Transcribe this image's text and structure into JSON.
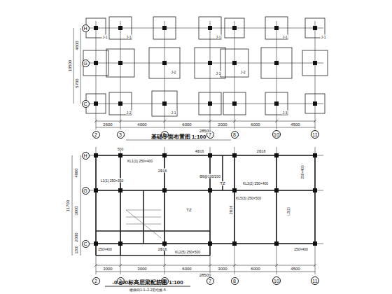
{
  "diagram": {
    "nodes": [
      {
        "text": [
          "H"
        ]
      },
      {
        "text": [
          "G"
        ]
      },
      {
        "text": [
          "C"
        ]
      },
      {
        "text": [
          "2"
        ]
      },
      {
        "text": [
          "3"
        ]
      },
      {
        "text": [
          "5"
        ]
      },
      {
        "text": [
          "7"
        ]
      },
      {
        "text": [
          "8"
        ]
      },
      {
        "text": [
          "10"
        ]
      },
      {
        "text": [
          "11"
        ]
      },
      {
        "text": [
          "H"
        ]
      },
      {
        "text": [
          "G"
        ]
      },
      {
        "text": [
          "C"
        ]
      },
      {
        "text": [
          "2"
        ]
      },
      {
        "text": [
          "3"
        ]
      },
      {
        "text": [
          "5"
        ]
      },
      {
        "text": [
          "7"
        ]
      },
      {
        "text": [
          "8"
        ]
      },
      {
        "text": [
          "10"
        ]
      },
      {
        "text": [
          "11"
        ]
      }
    ],
    "labels": [
      "基础平面布置图 1:100",
      "2600",
      "4000",
      "6000",
      "2000",
      "6000",
      "4500",
      "28500",
      "4800",
      "5700",
      "10500",
      "J-1",
      "J-1",
      "J-2",
      "J-1",
      "J-3",
      "J-2",
      "J-1",
      "J-1",
      "J-2",
      "J-1",
      "J-3",
      "-0.600标高层梁配筋图 1:100",
      "楼梯间1-1~2-2见结施-5",
      "3000",
      "3000",
      "6000",
      "3000",
      "6000",
      "4500",
      "28500",
      "4000",
      "3000",
      "2000",
      "1200",
      "11700",
      "500",
      "KL1(1) 250×400",
      "2Φ16",
      "L1(1) 250×350",
      "4Φ16",
      "2Φ18",
      "250×400",
      "TZ",
      "KL5(3) 250×500",
      "L3(1)",
      "2Φ16",
      "250×400",
      "KL2(5) 250×500",
      "Φ8@100/200",
      "KL3(2) 250×400",
      "2Φ16",
      "TZ",
      "250×400"
    ]
  }
}
